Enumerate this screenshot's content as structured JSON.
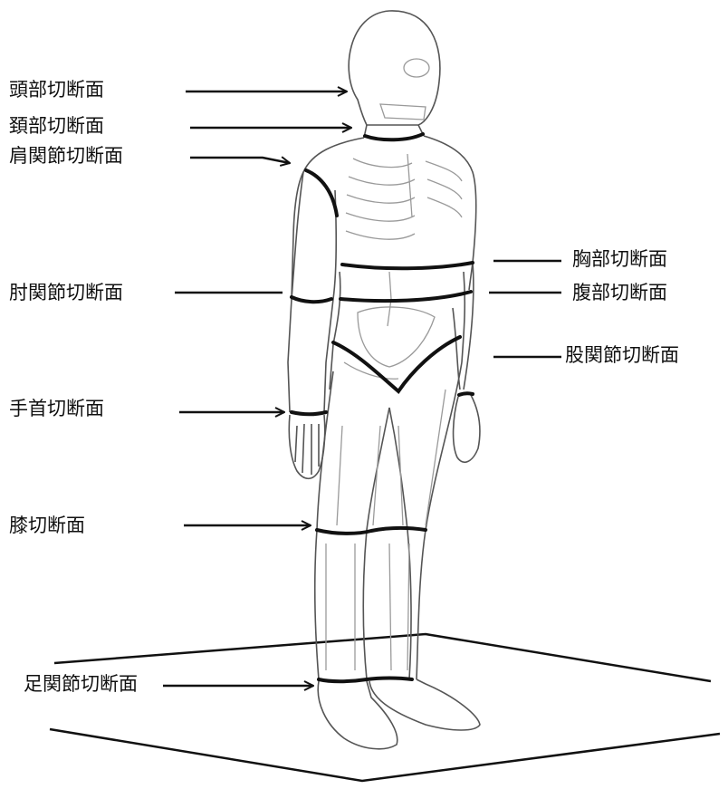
{
  "labels": {
    "head": "頭部切断面",
    "neck": "頚部切断面",
    "shoulder": "肩関節切断面",
    "chest": "胸部切断面",
    "elbow": "肘関節切断面",
    "abdomen": "腹部切断面",
    "hip": "股関節切断面",
    "wrist": "手首切断面",
    "knee": "膝切断面",
    "ankle": "足関節切断面"
  },
  "colors": {
    "ink": "#111111",
    "pencil": "#555555",
    "shade": "#9a9a9a"
  }
}
